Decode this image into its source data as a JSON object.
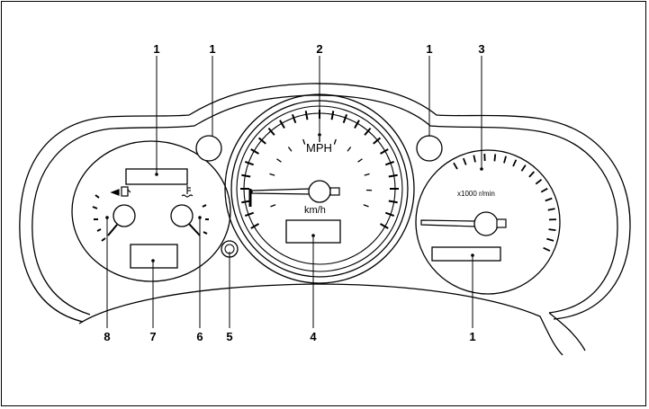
{
  "callouts": [
    {
      "id": "c1a",
      "label": "1"
    },
    {
      "id": "c1b",
      "label": "1"
    },
    {
      "id": "c2",
      "label": "2"
    },
    {
      "id": "c1c",
      "label": "1"
    },
    {
      "id": "c3",
      "label": "3"
    },
    {
      "id": "c8",
      "label": "8"
    },
    {
      "id": "c7",
      "label": "7"
    },
    {
      "id": "c6",
      "label": "6"
    },
    {
      "id": "c5",
      "label": "5"
    },
    {
      "id": "c4",
      "label": "4"
    },
    {
      "id": "c1d",
      "label": "1"
    }
  ],
  "speedometer": {
    "unit_top": "MPH",
    "unit_bottom": "km/h"
  },
  "tachometer": {
    "unit": "x1000 r/min"
  },
  "icons": {
    "fuel": "fuel-pump-icon",
    "temperature": "coolant-temperature-icon"
  },
  "colors": {
    "line": "#000000",
    "background": "#ffffff"
  }
}
